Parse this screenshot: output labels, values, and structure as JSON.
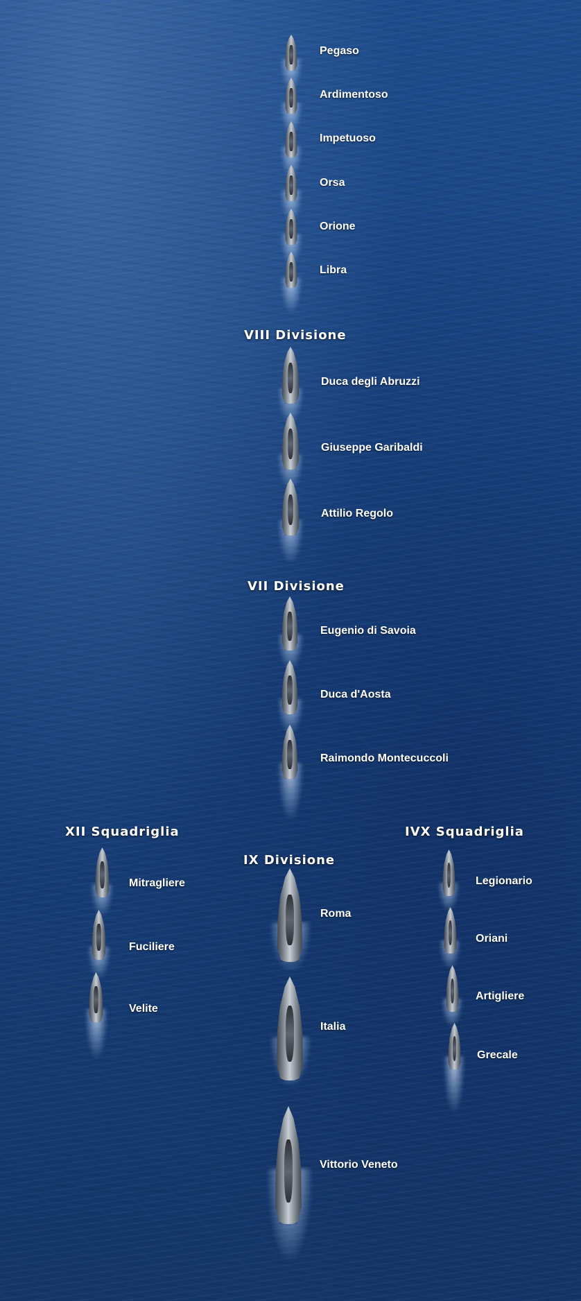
{
  "headers": {
    "viii": "VIII Divisione",
    "vii": "VII Divisione",
    "xii": "XII Squadriglia",
    "ix": "IX Divisione",
    "ivx": "IVX Squadriglia"
  },
  "ships": {
    "pegaso": "Pegaso",
    "ardimentoso": "Ardimentoso",
    "impetuoso": "Impetuoso",
    "orsa": "Orsa",
    "orione": "Orione",
    "libra": "Libra",
    "duca_abruzzi": "Duca degli Abruzzi",
    "garibaldi": "Giuseppe Garibaldi",
    "regolo": "Attilio Regolo",
    "savoia": "Eugenio di Savoia",
    "aosta": "Duca d'Aosta",
    "montecuccoli": "Raimondo Montecuccoli",
    "mitragliere": "Mitragliere",
    "fuciliere": "Fuciliere",
    "velite": "Velite",
    "roma": "Roma",
    "italia": "Italia",
    "vittorio_veneto": "Vittorio Veneto",
    "legionario": "Legionario",
    "oriani": "Oriani",
    "artigliere": "Artigliere",
    "grecale": "Grecale"
  }
}
